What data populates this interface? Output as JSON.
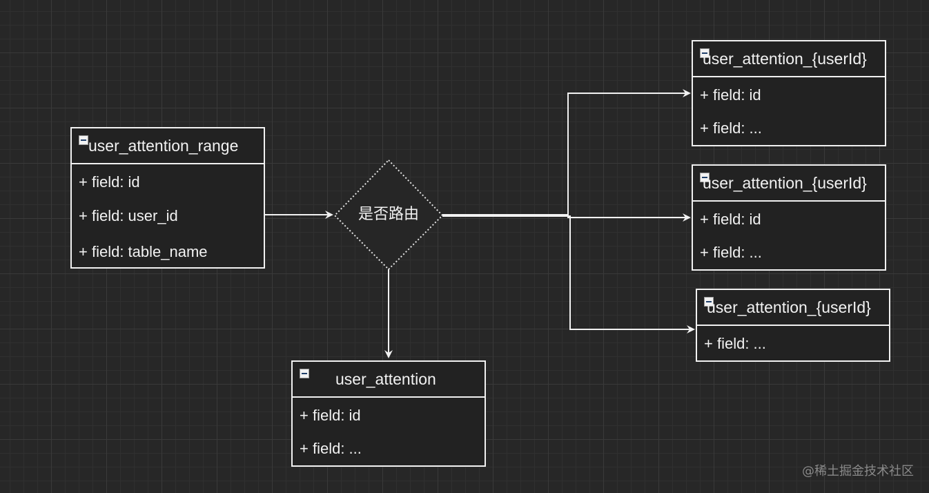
{
  "diagram": {
    "source_class": {
      "name": "user_attention_range",
      "fields": [
        "+ field: id",
        "+ field: user_id",
        "+ field: table_name"
      ]
    },
    "decision": {
      "label": "是否路由"
    },
    "default_class": {
      "name": "user_attention",
      "fields": [
        "+ field: id",
        "+ field: ..."
      ]
    },
    "shard_classes": [
      {
        "name": "user_attention_{userId}",
        "fields": [
          "+ field: id",
          "+ field: ..."
        ]
      },
      {
        "name": "user_attention_{userId}",
        "fields": [
          "+ field: id",
          "+ field: ..."
        ]
      },
      {
        "name": "user_attention_{userId}",
        "fields": [
          "+ field: ..."
        ]
      }
    ]
  },
  "watermark": "@稀土掘金技术社区",
  "colors": {
    "background": "#272727",
    "line": "#f2f2f2",
    "icon_accent": "#1f3f6a",
    "watermark": "#8a8a8a"
  }
}
